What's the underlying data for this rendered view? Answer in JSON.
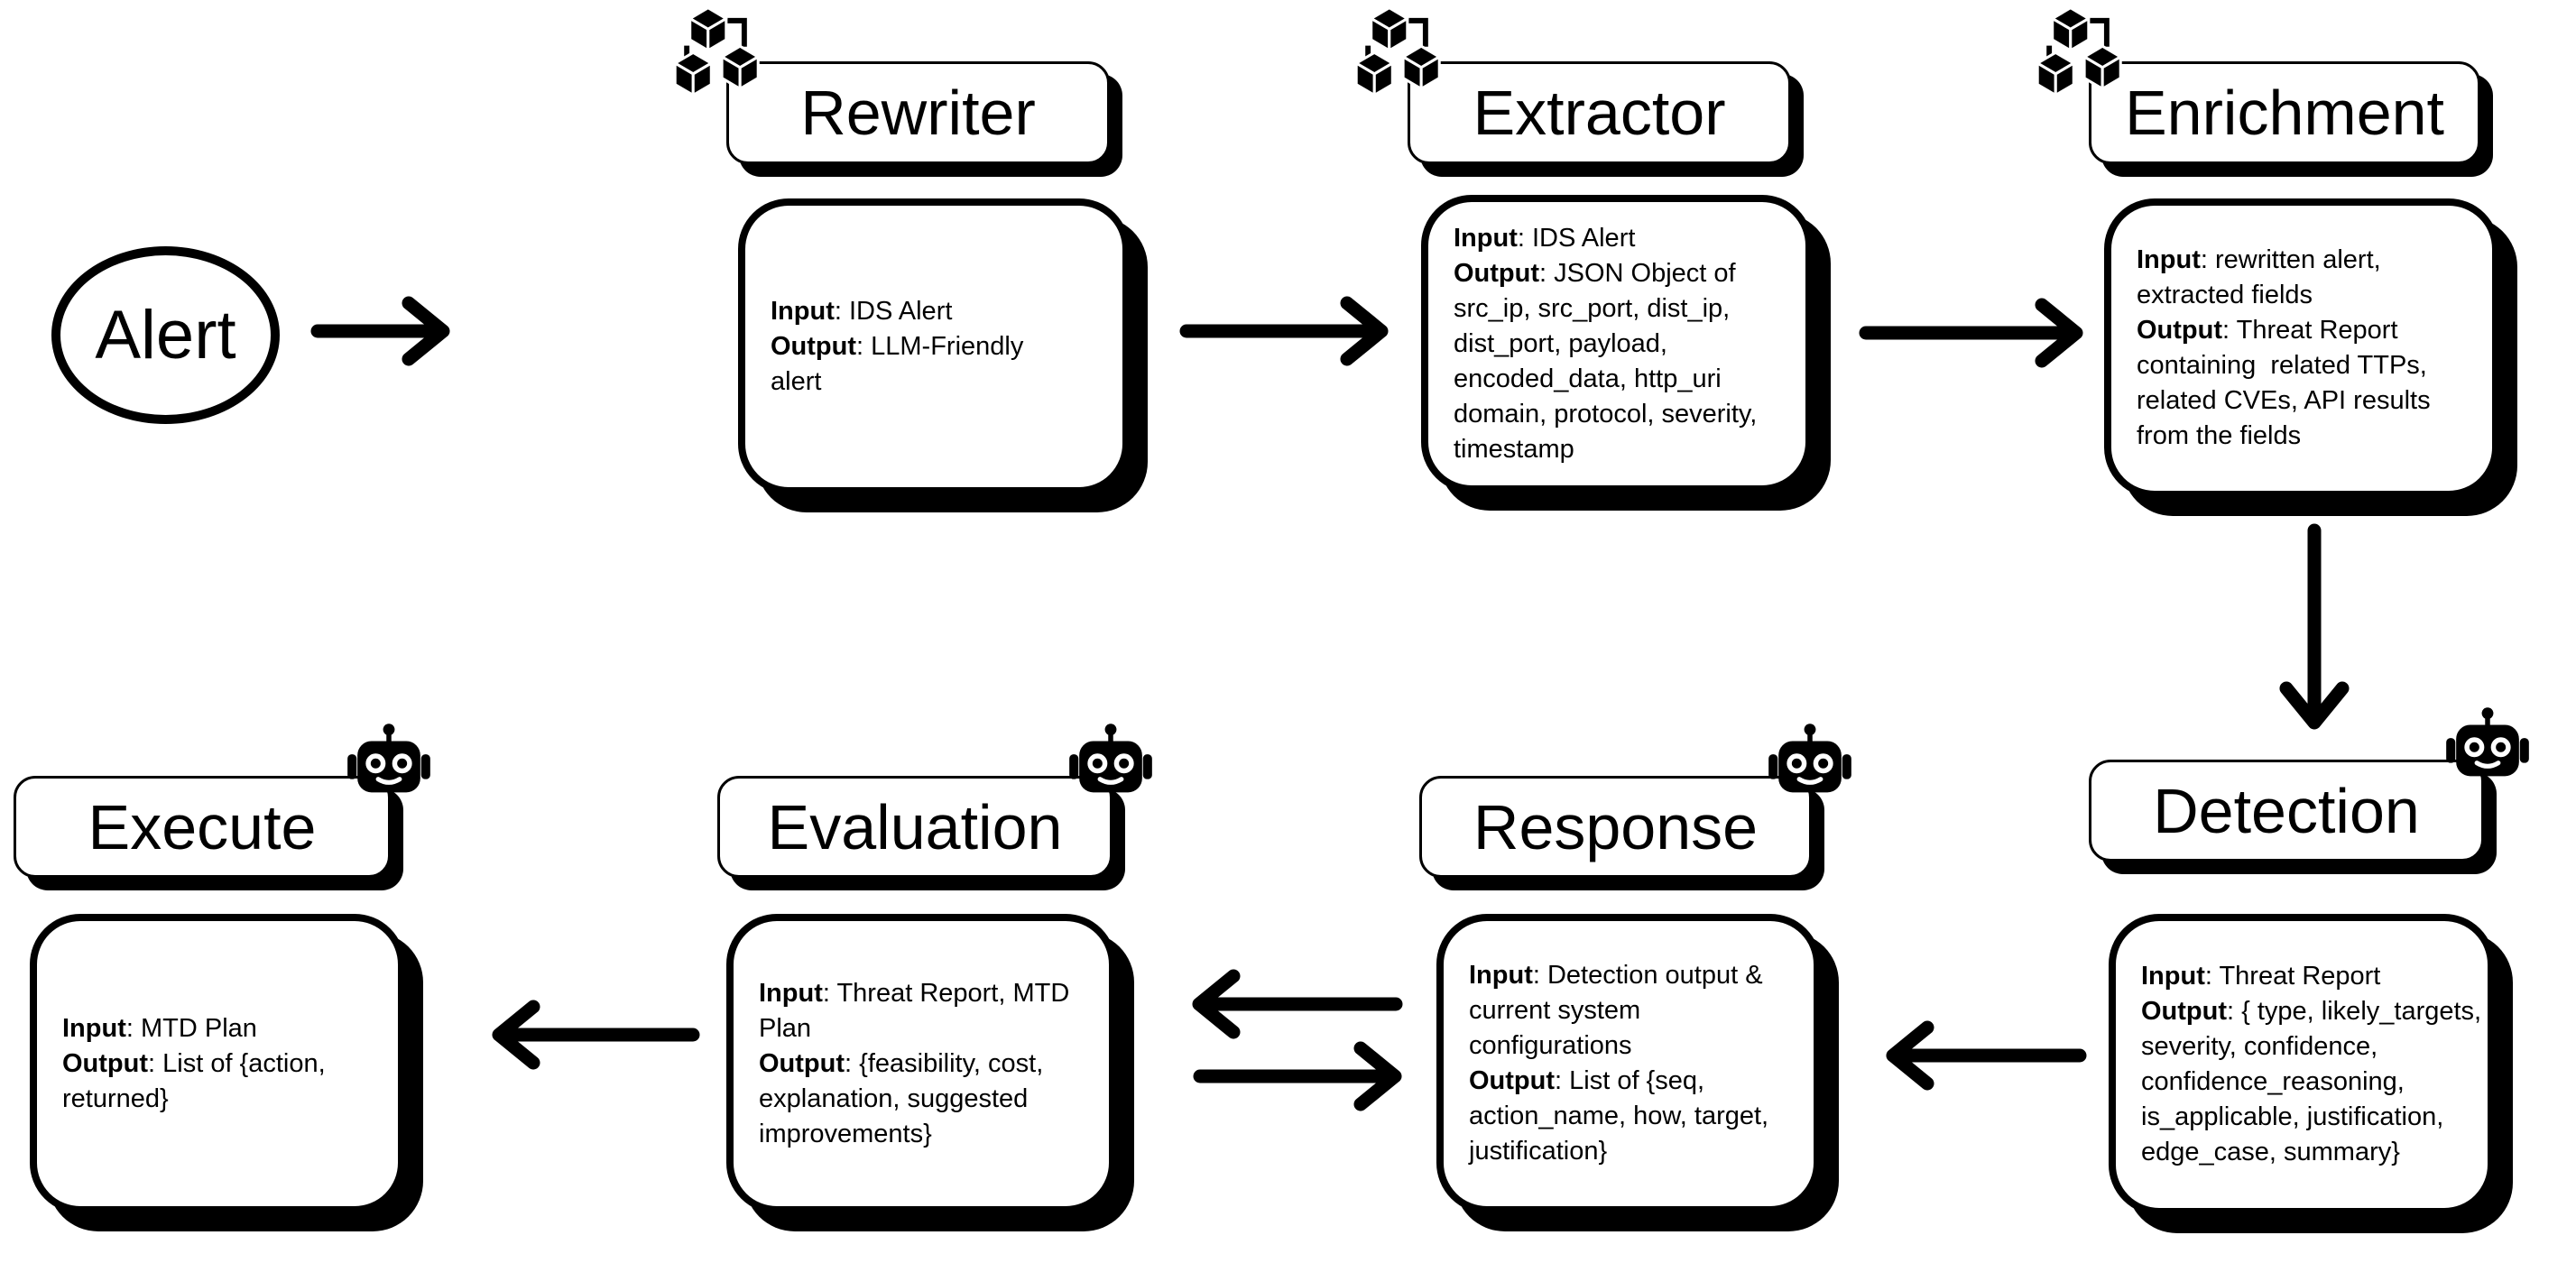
{
  "diagram": {
    "title_implicit": "Agentic MTD pipeline",
    "colors": {
      "ink": "#000000",
      "paper": "#ffffff"
    }
  },
  "start": {
    "label": "Alert"
  },
  "nodes": {
    "rewriter": {
      "title": "Rewriter",
      "icon": "cubes-icon",
      "input_label": "Input",
      "input_text": ": IDS Alert\n",
      "output_label": "Output",
      "output_text": ": LLM-Friendly\nalert"
    },
    "extractor": {
      "title": "Extractor",
      "icon": "cubes-icon",
      "input_label": "Input",
      "input_text": ": IDS Alert\n",
      "output_label": "Output",
      "output_text": ": JSON Object of\nsrc_ip, src_port, dist_ip,\ndist_port, payload,\nencoded_data, http_uri\ndomain, protocol, severity,\ntimestamp"
    },
    "enrichment": {
      "title": "Enrichment",
      "icon": "cubes-icon",
      "input_label": "Input",
      "input_text": ": rewritten alert,\nextracted fields\n",
      "output_label": "Output",
      "output_text": ": Threat Report\ncontaining  related TTPs,\nrelated CVEs, API results\nfrom the fields"
    },
    "detection": {
      "title": "Detection",
      "icon": "robot-icon",
      "input_label": "Input",
      "input_text": ": Threat Report\n",
      "output_label": "Output",
      "output_text": ": { type, likely_targets,\nseverity, confidence,\nconfidence_reasoning,\nis_applicable, justification,\nedge_case, summary}"
    },
    "response": {
      "title": "Response",
      "icon": "robot-icon",
      "input_label": "Input",
      "input_text": ": Detection output &\ncurrent system\nconfigurations\n",
      "output_label": "Output",
      "output_text": ": List of {seq,\naction_name, how, target,\njustification}"
    },
    "evaluation": {
      "title": "Evaluation",
      "icon": "robot-icon",
      "input_label": "Input",
      "input_text": ": Threat Report, MTD\nPlan\n",
      "output_label": "Output",
      "output_text": ": {feasibility, cost,\nexplanation, suggested\nimprovements}"
    },
    "execute": {
      "title": "Execute",
      "icon": "robot-icon",
      "input_label": "Input",
      "input_text": ": MTD Plan\n",
      "output_label": "Output",
      "output_text": ": List of {action,\nreturned}"
    }
  },
  "flow": [
    {
      "from": "Alert",
      "to": "Rewriter"
    },
    {
      "from": "Rewriter",
      "to": "Extractor"
    },
    {
      "from": "Extractor",
      "to": "Enrichment"
    },
    {
      "from": "Enrichment",
      "to": "Detection"
    },
    {
      "from": "Detection",
      "to": "Response"
    },
    {
      "from": "Response",
      "to": "Evaluation"
    },
    {
      "from": "Evaluation",
      "to": "Response"
    },
    {
      "from": "Evaluation",
      "to": "Execute"
    }
  ]
}
